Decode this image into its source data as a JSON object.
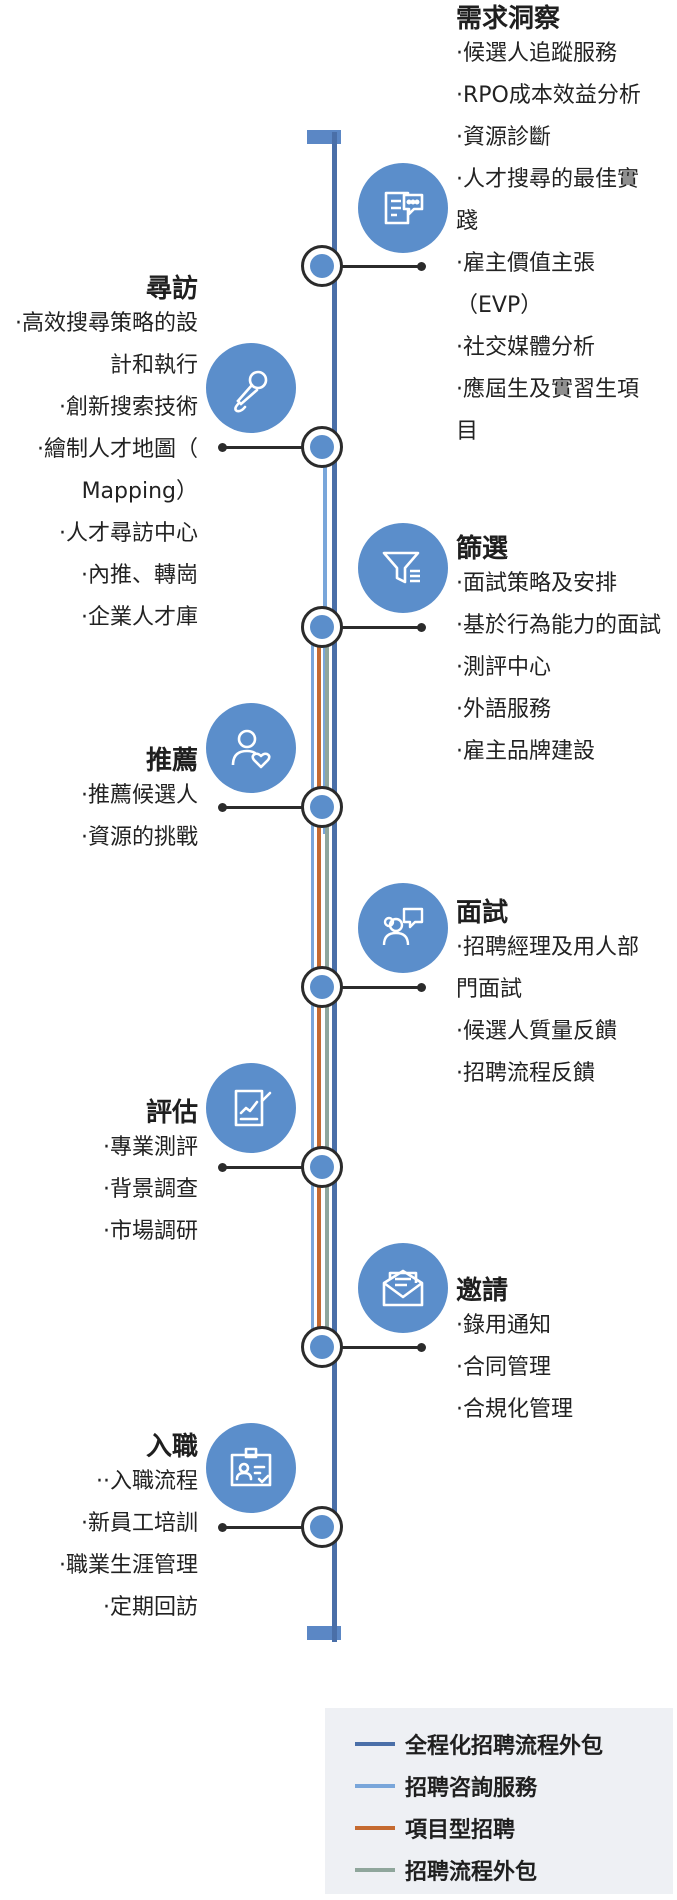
{
  "colors": {
    "full_process": "#4a6fa8",
    "consulting": "#79a6da",
    "project": "#c56a30",
    "process_outsourcing": "#8fa69c",
    "accent": "#5b8ecb"
  },
  "stages": [
    {
      "id": "needs",
      "title": "需求洞察",
      "icon": "document-chat-icon",
      "items": [
        "·候選人追蹤服務",
        "·RPO成本效益分析",
        "·資源診斷",
        "·人才搜尋的最佳實",
        "踐",
        "·雇主價值主張",
        "（EVP）",
        "·社交媒體分析",
        "·應屆生及實習生項",
        "目"
      ]
    },
    {
      "id": "sourcing",
      "title": "尋訪",
      "icon": "microphone-icon",
      "items": [
        "·高效搜尋策略的設",
        "計和執行",
        "·創新搜索技術",
        "·繪制人才地圖（",
        "Mapping）",
        "·人才尋訪中心",
        "·內推、轉崗",
        "·企業人才庫"
      ]
    },
    {
      "id": "screening",
      "title": "篩選",
      "icon": "filter-icon",
      "items": [
        "·面試策略及安排",
        "·基於行為能力的面試",
        "·測評中心",
        "·外語服務",
        "·雇主品牌建設"
      ]
    },
    {
      "id": "recommend",
      "title": "推薦",
      "icon": "person-heart-icon",
      "items": [
        "·推薦候選人",
        "·資源的挑戰"
      ]
    },
    {
      "id": "interview",
      "title": "面試",
      "icon": "people-chat-icon",
      "items": [
        "·招聘經理及用人部",
        "門面試",
        "·候選人質量反饋",
        "·招聘流程反饋"
      ]
    },
    {
      "id": "assess",
      "title": "評估",
      "icon": "clipboard-chart-icon",
      "items": [
        "·專業測評",
        "·背景調查",
        "·市場調研"
      ]
    },
    {
      "id": "offer",
      "title": "邀請",
      "icon": "envelope-icon",
      "items": [
        "·錄用通知",
        "·合同管理",
        "·合規化管理"
      ]
    },
    {
      "id": "onboard",
      "title": "入職",
      "icon": "id-badge-icon",
      "items": [
        "··入職流程",
        "·新員工培訓",
        "·職業生涯管理",
        "·定期回訪"
      ]
    }
  ],
  "legend": [
    {
      "label": "全程化招聘流程外包",
      "color": "#4a6fa8"
    },
    {
      "label": "招聘咨詢服務",
      "color": "#79a6da"
    },
    {
      "label": "項目型招聘",
      "color": "#c56a30"
    },
    {
      "label": "招聘流程外包",
      "color": "#8fa69c"
    }
  ]
}
